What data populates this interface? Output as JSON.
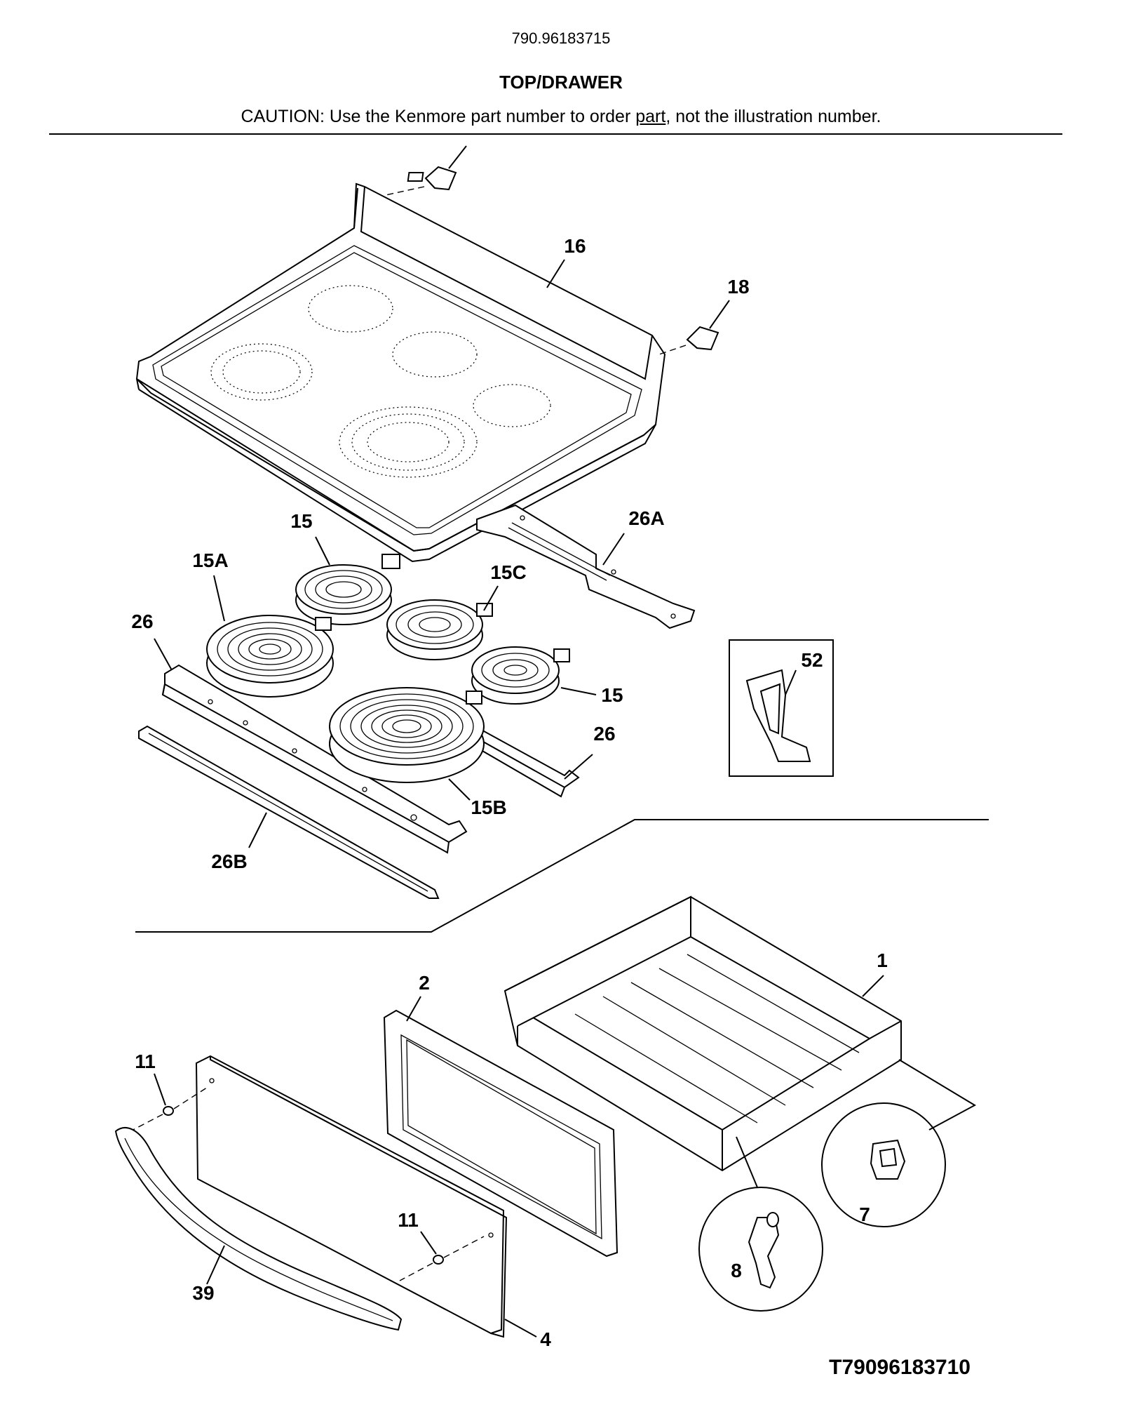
{
  "header": {
    "model_number": "790.96183715",
    "section_title": "TOP/DRAWER",
    "caution_prefix": "CAUTION: Use the Kenmore part number to order ",
    "caution_link": "part",
    "caution_suffix": ", not the illustration number."
  },
  "callouts": {
    "c16": "16",
    "c18": "18",
    "c15_top": "15",
    "c15a": "15A",
    "c15c": "15C",
    "c26a": "26A",
    "c26_left": "26",
    "c52": "52",
    "c15_right": "15",
    "c26_right": "26",
    "c15b": "15B",
    "c26b": "26B",
    "c1": "1",
    "c2": "2",
    "c11_left": "11",
    "c11_right": "11",
    "c39": "39",
    "c4": "4",
    "c7": "7",
    "c8": "8"
  },
  "footer": {
    "figure_id": "T79096183710"
  }
}
